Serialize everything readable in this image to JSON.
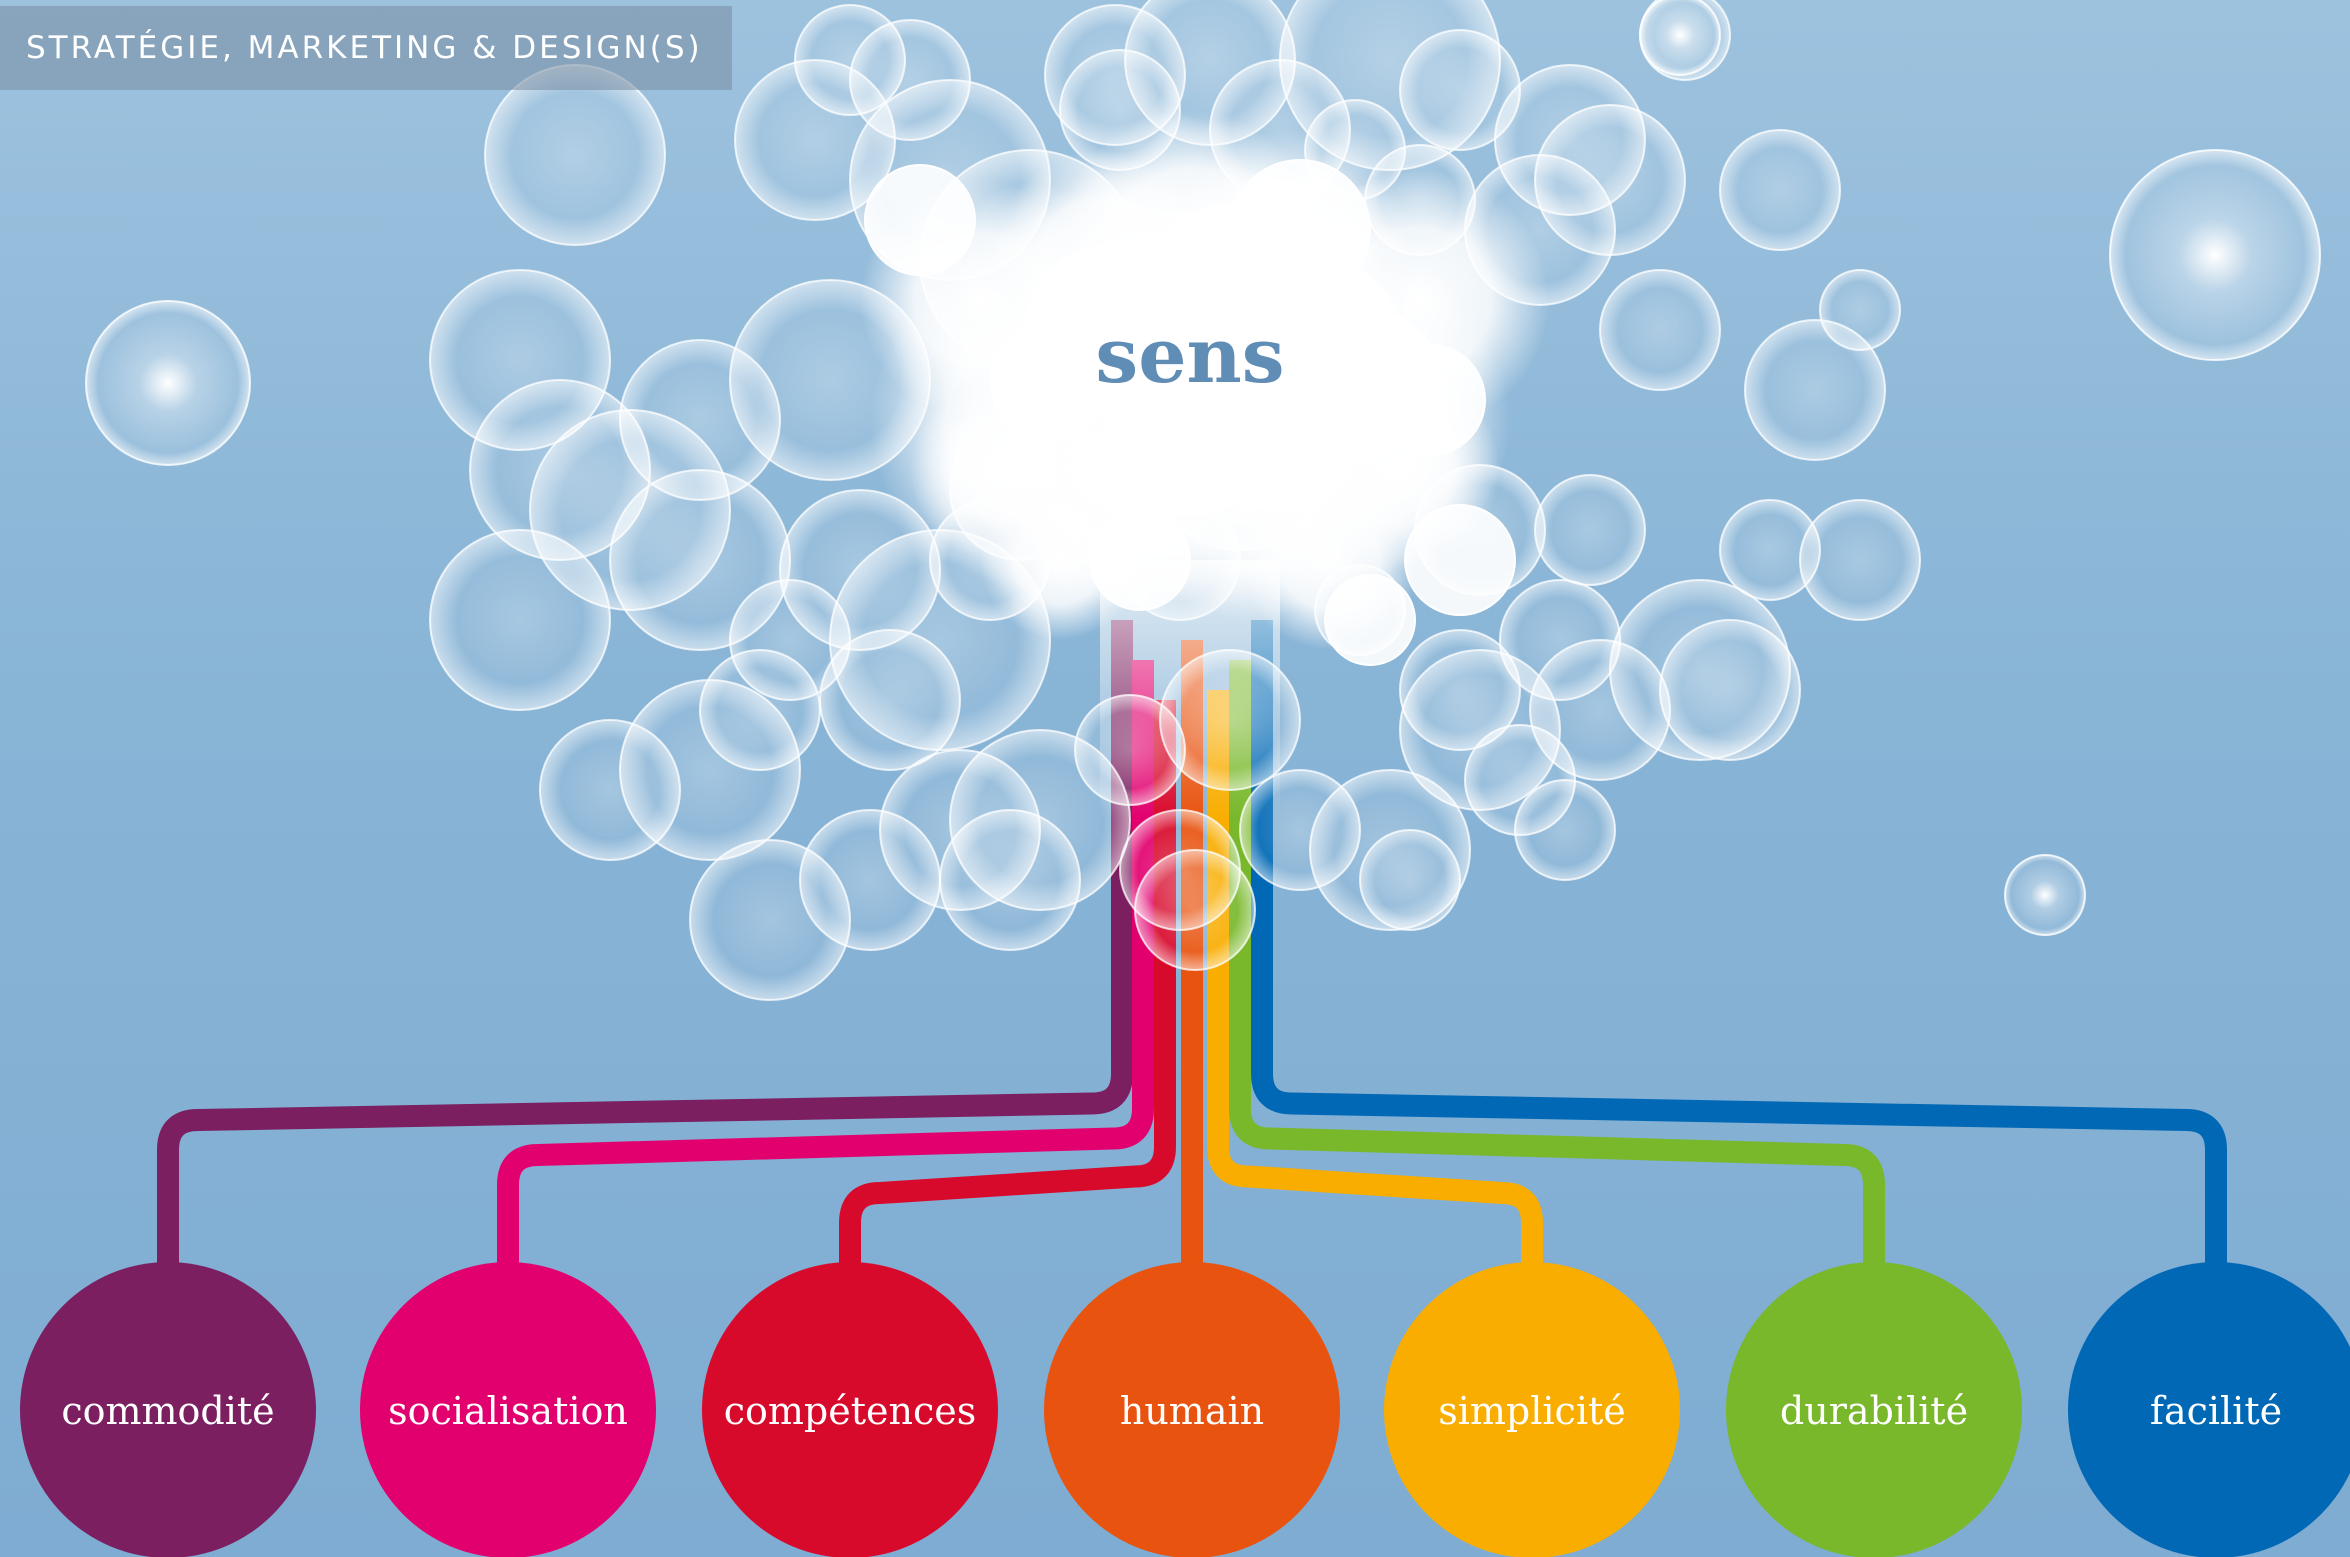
{
  "header": {
    "title": "STRATÉGIE, MARKETING & DESIGN(S)"
  },
  "center": {
    "label": "sens",
    "color": "#5f8db5"
  },
  "background": {
    "top": "#9dc2de",
    "bottom": "#7facd2"
  },
  "nodes": [
    {
      "label": "commodité",
      "color": "#7b1f60"
    },
    {
      "label": "socialisation",
      "color": "#e2006e"
    },
    {
      "label": "compétences",
      "color": "#d80a2c"
    },
    {
      "label": "humain",
      "color": "#e8530f"
    },
    {
      "label": "simplicité",
      "color": "#f8ad00"
    },
    {
      "label": "durabilité",
      "color": "#78b82a"
    },
    {
      "label": "facilité",
      "color": "#0068b4"
    }
  ]
}
